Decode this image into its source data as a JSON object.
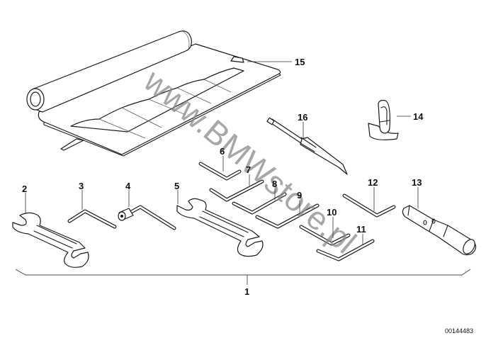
{
  "diagram": {
    "title": "Tool kit",
    "diagram_number": "00144483",
    "watermark": "www.BMWstore.pl",
    "colors": {
      "line": "#1a1a1a",
      "watermark": "#8a8a8a",
      "background": "#ffffff"
    },
    "callouts": [
      {
        "number": "1",
        "part": "tool-kit-assembly"
      },
      {
        "number": "2",
        "part": "open-end-wrench"
      },
      {
        "number": "3",
        "part": "hex-key"
      },
      {
        "number": "4",
        "part": "socket-wrench-l"
      },
      {
        "number": "5",
        "part": "open-end-wrench"
      },
      {
        "number": "6",
        "part": "hex-key"
      },
      {
        "number": "7",
        "part": "hex-key"
      },
      {
        "number": "8",
        "part": "hex-key"
      },
      {
        "number": "9",
        "part": "hex-key"
      },
      {
        "number": "10",
        "part": "hex-key"
      },
      {
        "number": "11",
        "part": "hex-key"
      },
      {
        "number": "12",
        "part": "hex-key"
      },
      {
        "number": "13",
        "part": "box-spanner"
      },
      {
        "number": "14",
        "part": "clip"
      },
      {
        "number": "15",
        "part": "tool-roll-bag"
      },
      {
        "number": "16",
        "part": "screwdriver"
      }
    ]
  }
}
